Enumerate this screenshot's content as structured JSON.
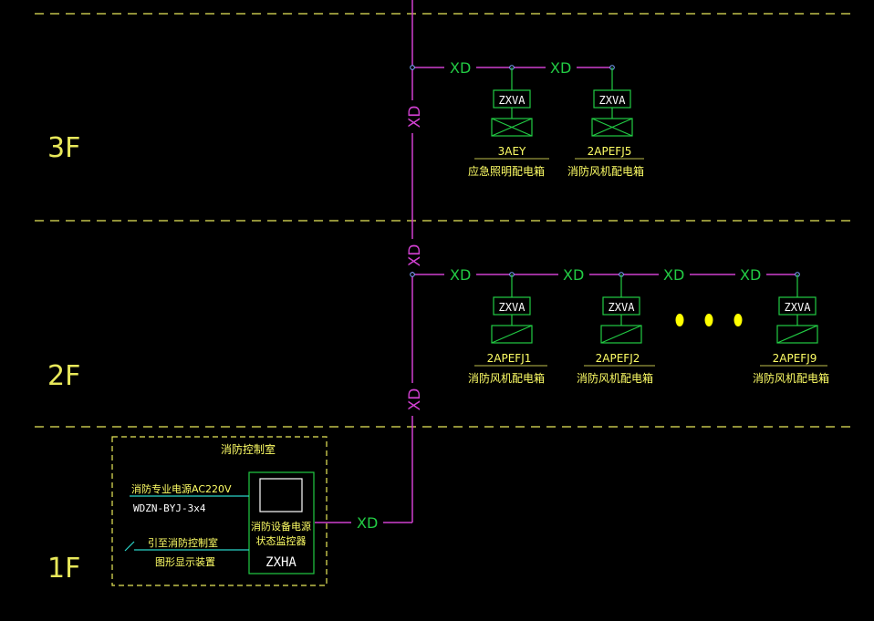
{
  "colors": {
    "background": "#000000",
    "floor_line": "#e8e85a",
    "bus": "#d040d0",
    "device": "#22cc44",
    "label": "#ffff66",
    "node": "#7aa8ff",
    "feed": "#2ad4c8",
    "dots": "#ffff00"
  },
  "floors": [
    {
      "label": "3F"
    },
    {
      "label": "2F"
    },
    {
      "label": "1F"
    }
  ],
  "bus_label": "XD",
  "device_code": "ZXVA",
  "floor3": {
    "boxes": [
      {
        "id": "3AEY",
        "name": "应急照明配电箱"
      },
      {
        "id": "2APEFJ5",
        "name": "消防风机配电箱"
      }
    ]
  },
  "floor2": {
    "boxes": [
      {
        "id": "2APEFJ1",
        "name": "消防风机配电箱"
      },
      {
        "id": "2APEFJ2",
        "name": "消防风机配电箱"
      },
      {
        "id": "2APEFJ9",
        "name": "消防风机配电箱"
      }
    ]
  },
  "control_room": {
    "title": "消防控制室",
    "monitor_line1": "消防设备电源",
    "monitor_line2": "状态监控器",
    "monitor_code": "ZXHA",
    "power_label": "消防专业电源AC220V",
    "cable_label": "WDZN-BYJ-3x4",
    "link_line1": "引至消防控制室",
    "link_line2": "图形显示装置"
  }
}
